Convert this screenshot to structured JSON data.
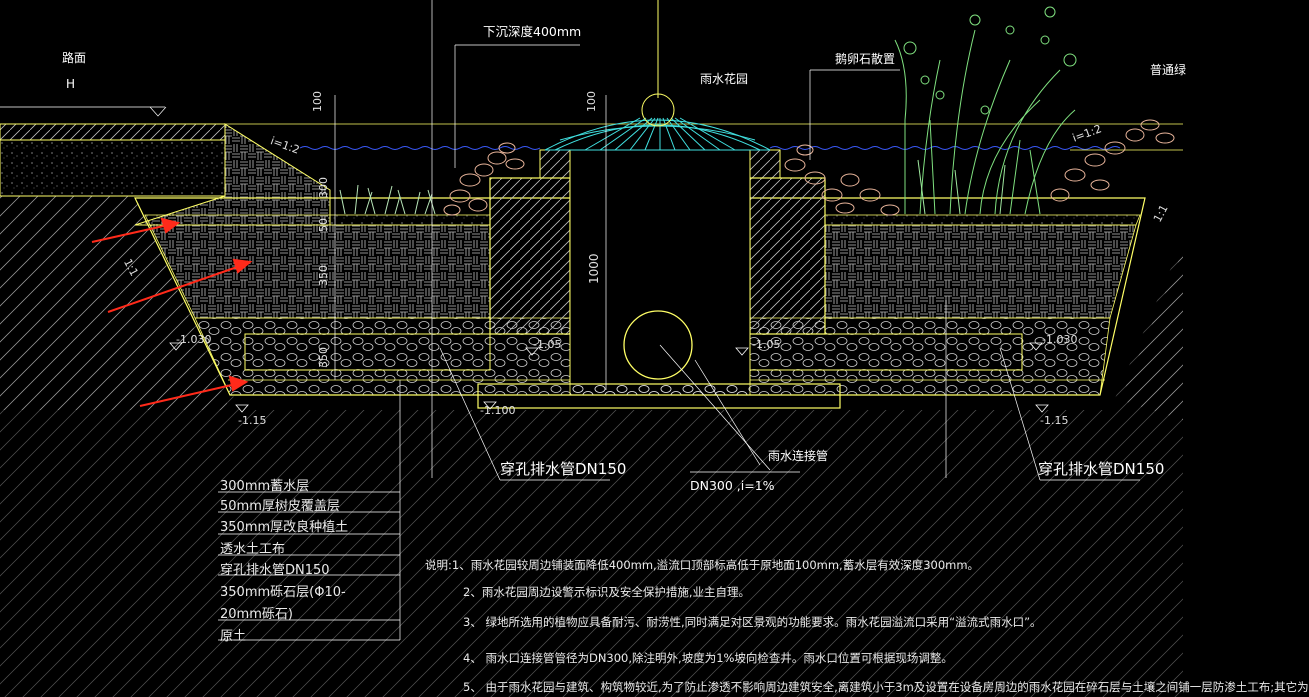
{
  "labels": {
    "road": "路面",
    "road_h": "H",
    "sink_depth": "下沉深度400mm",
    "rain_garden": "雨水花园",
    "pebble": "鹅卵石散置",
    "normal_green": "普通绿",
    "dim_100_left": "100",
    "dim_300": "300",
    "dim_50": "50",
    "dim_350_top": "350",
    "dim_350_bottom": "350",
    "dim_100_center": "100",
    "dim_1000": "1000",
    "slope_left_top": "i=1:2",
    "slope_right_top": "i=1:2",
    "slope_left_side": "1:1",
    "slope_right_side": "1:1",
    "elev_left_1030": "-1.030",
    "elev_right_1030": "-1.030",
    "elev_left_105": "-1.05",
    "elev_right_105": "-1.05",
    "elev_1100": "-1.100",
    "elev_left_115": "-1.15",
    "elev_right_115": "-1.15",
    "perf_pipe_left": "穿孔排水管DN150",
    "perf_pipe_right": "穿孔排水管DN150",
    "rain_connect": "雨水连接管",
    "dn300": "DN300 ,i=1%"
  },
  "legend": [
    "300mm蓄水层",
    "50mm厚树皮覆盖层",
    "350mm厚改良种植土",
    "透水土工布",
    "穿孔排水管DN150",
    "350mm砾石层(Φ10-",
    "20mm砾石)",
    "原土"
  ],
  "notes": [
    "说明:1、雨水花园较周边铺装面降低400mm,溢流口顶部标高低于原地面100mm,蓄水层有效深度300mm。",
    "2、雨水花园周边设警示标识及安全保护措施,业主自理。",
    "3、 绿地所选用的植物应具备耐污、耐涝性,同时满足对区景观的功能要求。雨水花园溢流口采用“溢流式雨水口”。",
    "4、 雨水口连接管管径为DN300,除注明外,坡度为1%坡向检查井。雨水口位置可根据现场调整。",
    "5、 由于雨水花园与建筑、构筑物较近,为了防止渗透不影响周边建筑安全,离建筑小于3m及设置在设备房周边的雨水花园在碎石层与土壤之间铺一层防渗土工布;其它为"
  ],
  "colors": {
    "background": "#000000",
    "outline": "#ffff66",
    "fill_pattern": "#c9c9c9",
    "water_line": "#3b5bff",
    "grate": "#40e0e0",
    "arrow": "#ff2a1a",
    "plant": "#7fe07f",
    "pebble": "#e8b49a",
    "dim_line": "#ffffff"
  }
}
